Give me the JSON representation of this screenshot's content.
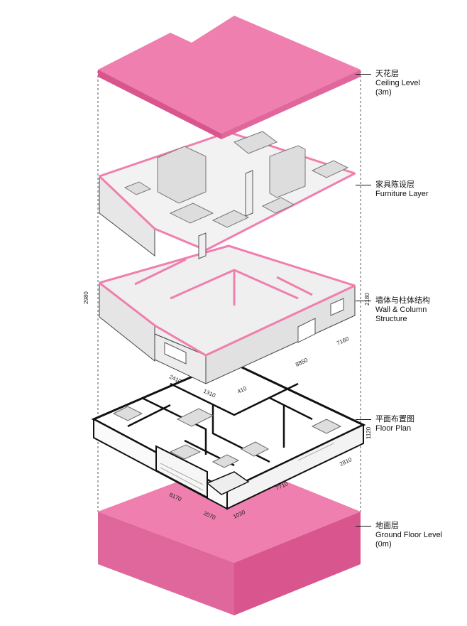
{
  "layers": [
    {
      "id": "ceiling",
      "zh": "天花层",
      "en": "Ceiling Level",
      "note": "(3m)"
    },
    {
      "id": "furniture",
      "zh": "家具陈设层",
      "en": "Furniture Layer",
      "note": ""
    },
    {
      "id": "walls",
      "zh": "墙体与柱体结构",
      "en": "Wall & Column",
      "note": "Structure"
    },
    {
      "id": "plan",
      "zh": "平面布置图",
      "en": "Floor Plan",
      "note": ""
    },
    {
      "id": "ground",
      "zh": "地面层",
      "en": "Ground Floor Level",
      "note": "(0m)"
    }
  ],
  "dimensions": {
    "wall_height_left": "2980",
    "wall_height_right": "2180",
    "wall_len_a": "8850",
    "wall_len_b": "7160",
    "plan_a": "2410",
    "plan_b": "1310",
    "plan_c": "410",
    "plan_right_h": "1120",
    "plan_right_w": "2810",
    "plan_bottom_a": "7710",
    "plan_bottom_b": "8170",
    "plan_bottom_c": "2070",
    "plan_bottom_d": "1030"
  },
  "colors": {
    "pink": "#ef7fae",
    "pink_dark": "#e0679b",
    "pink_side": "#d9558d",
    "wall": "#f0efef",
    "line": "#333333"
  }
}
